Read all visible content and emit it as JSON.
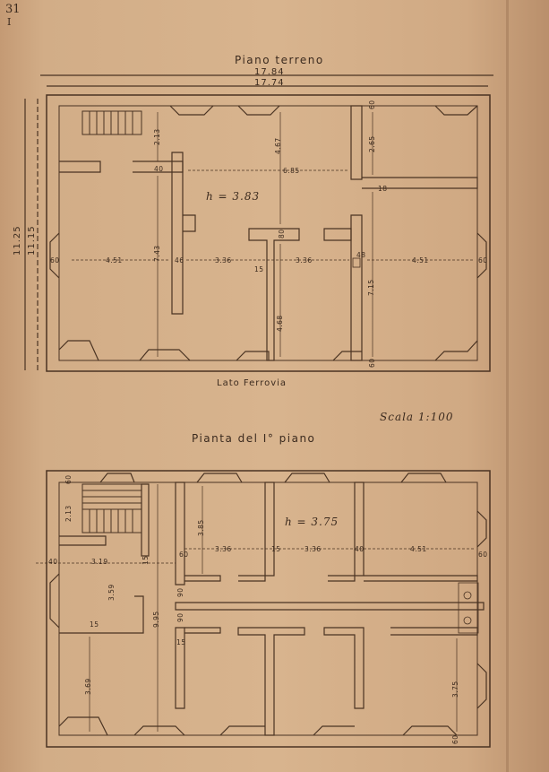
{
  "sheet": {
    "number": "31",
    "sub": "I"
  },
  "ground_floor": {
    "title": "Piano terreno",
    "width_outer": "17.84",
    "width_inner": "17.74",
    "depth_outer": "11.25",
    "depth_inner": "11.15",
    "height": "h = 3.83",
    "side_label": "Lato Ferrovia",
    "dims": {
      "d1": "2.13",
      "d2": "40",
      "d3": "4.67",
      "d4": "6.85",
      "d5": "2.65",
      "d6": "60",
      "d7": "18",
      "d8": "4.51",
      "d9": "7.43",
      "d10": "46",
      "d11": "3.36",
      "d12": "3.36",
      "d13": "4.51",
      "d14": "60",
      "d15": "60",
      "d16": "4.68",
      "d17": "7.15",
      "d18": "48",
      "d19": "60",
      "d20": "15",
      "d21": "80"
    }
  },
  "scale": "Scala 1:100",
  "first_floor": {
    "title": "Pianta del I° piano",
    "height": "h = 3.75",
    "dims": {
      "e1": "2.13",
      "e2": "60",
      "e3": "40",
      "e4": "3.19",
      "e5": "15",
      "e6": "3.59",
      "e7": "9.95",
      "e8": "3.85",
      "e9": "60",
      "e10": "3.36",
      "e11": "15",
      "e12": "3.36",
      "e13": "40",
      "e14": "4.51",
      "e15": "60",
      "e16": "3.69",
      "e17": "3.75",
      "e18": "60",
      "e19": "90",
      "e20": "90",
      "e21": "15",
      "e22": "15"
    }
  }
}
